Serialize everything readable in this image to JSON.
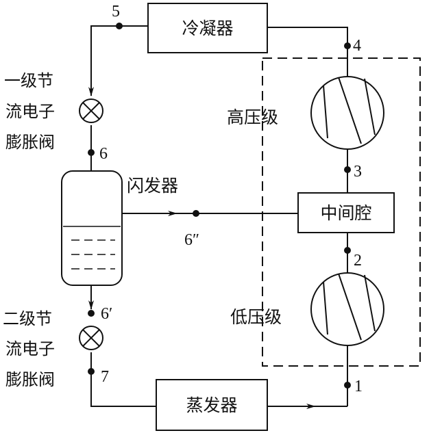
{
  "components": {
    "condenser": "冷凝器",
    "evaporator": "蒸发器",
    "flash_tank": "闪发器",
    "intermediate_chamber": "中间腔",
    "high_stage": "高压级",
    "low_stage": "低压级",
    "valve1_lines": [
      "一级节",
      "流电子",
      "膨胀阀"
    ],
    "valve2_lines": [
      "二级节",
      "流电子",
      "膨胀阀"
    ]
  },
  "state_points": {
    "p1": "1",
    "p2": "2",
    "p3": "3",
    "p4": "4",
    "p5": "5",
    "p6": "6",
    "p6_prime": "6′",
    "p6_double_prime": "6″",
    "p7": "7"
  }
}
